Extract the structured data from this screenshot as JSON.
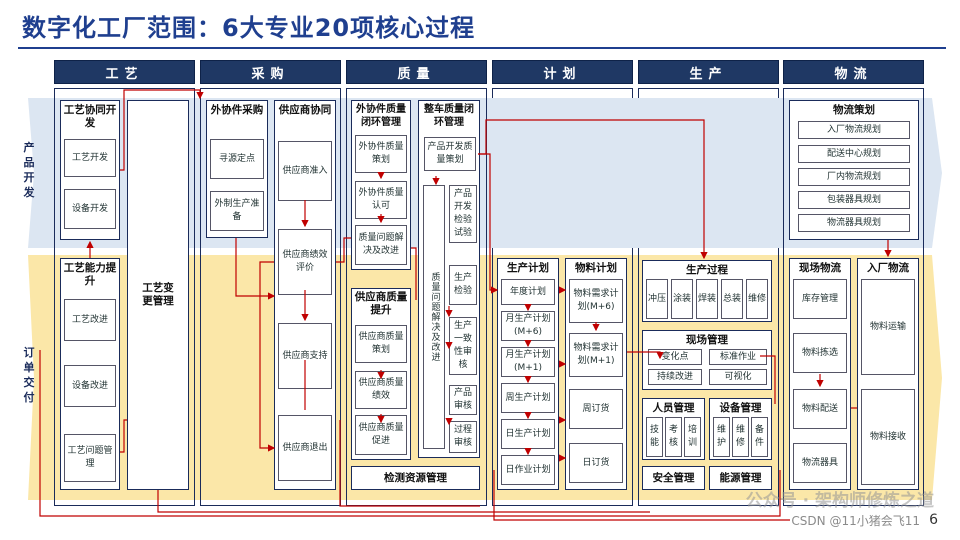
{
  "title": "数字化工厂范围：6大专业20项核心过程",
  "headers": [
    "工艺",
    "采购",
    "质量",
    "计划",
    "生产",
    "物流"
  ],
  "rows": {
    "top": "产品开发",
    "bottom": "订单交付"
  },
  "craft": {
    "collab": {
      "title": "工艺协同开发",
      "items": [
        "工艺开发",
        "设备开发"
      ]
    },
    "improve": {
      "title": "工艺能力提升",
      "items": [
        "工艺改进",
        "设备改进",
        "工艺问题管理"
      ]
    },
    "change": "工艺变更管理"
  },
  "purchase": {
    "outsource": {
      "title": "外协件采购",
      "items": [
        "寻源定点",
        "外制生产准备"
      ]
    },
    "supplier": {
      "title": "供应商协同",
      "items": [
        "供应商准入",
        "供应商绩效评价",
        "供应商支持",
        "供应商退出"
      ]
    }
  },
  "quality": {
    "outsrc_q": {
      "title": "外协件质量闭环管理",
      "items": [
        "外协件质量策划",
        "外协件质量认可",
        "质量问题解决及改进"
      ]
    },
    "vehicle_q": {
      "title": "整车质量闭环管理",
      "items": [
        "产品开发质量策划",
        "产品开发检验试验",
        "生产检验",
        "生产一致性审核",
        "产品审核",
        "过程审核"
      ],
      "side": "质量问题解决及改进"
    },
    "supplier_q": {
      "title": "供应商质量提升",
      "items": [
        "供应商质量策划",
        "供应商质量绩效",
        "供应商质量促进"
      ]
    },
    "lab": "检测资源管理"
  },
  "plan": {
    "production": {
      "title": "生产计划",
      "items": [
        "年度计划",
        "月生产计划(M+6)",
        "月生产计划(M+1)",
        "周生产计划",
        "日生产计划",
        "日作业计划"
      ]
    },
    "material": {
      "title": "物料计划",
      "items": [
        "物料需求计划(M+6)",
        "物料需求计划(M+1)",
        "周订货",
        "日订货"
      ]
    }
  },
  "production": {
    "process": {
      "title": "生产过程",
      "items": [
        "冲压",
        "涂装",
        "焊装",
        "总装",
        "维修"
      ]
    },
    "site": {
      "title": "现场管理",
      "items": [
        "变化点",
        "标准作业",
        "持续改进",
        "可视化"
      ]
    },
    "people": {
      "title": "人员管理",
      "items": [
        "技能",
        "考核",
        "培训"
      ]
    },
    "equip": {
      "title": "设备管理",
      "items": [
        "维护",
        "维修",
        "备件"
      ]
    },
    "safety": "安全管理",
    "energy": "能源管理"
  },
  "logistics": {
    "plan": {
      "title": "物流策划",
      "items": [
        "入厂物流规划",
        "配送中心规划",
        "厂内物流规划",
        "包装器具规划",
        "物流器具规划"
      ]
    },
    "site": {
      "title": "现场物流",
      "items": [
        "库存管理",
        "物料拣选",
        "物料配送",
        "物流器具"
      ]
    },
    "inbound": {
      "title": "入厂物流",
      "items": [
        "物料运输",
        "物料接收"
      ]
    }
  },
  "watermark": "公众号 · 架构师修炼之道",
  "watermark2": "CSDN @11小猪会飞11",
  "page": "6",
  "colors": {
    "header": "#1f3864",
    "top_band": "#dce6f2",
    "bottom_band": "#fbe7a8",
    "arrow": "#c00000",
    "title": "#1f3f8f"
  }
}
